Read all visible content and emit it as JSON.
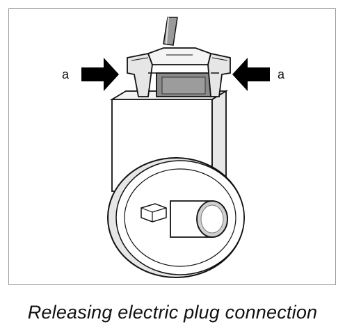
{
  "figure": {
    "callout_left": "a",
    "callout_right": "a",
    "caption": "Releasing electric plug connection"
  },
  "colors": {
    "line": "#111111",
    "fill_light": "#ffffff",
    "fill_shade": "#d8d8d8",
    "fill_dark": "#8a8a8a",
    "arrow": "#000000",
    "frame": "#9a9a9a"
  }
}
